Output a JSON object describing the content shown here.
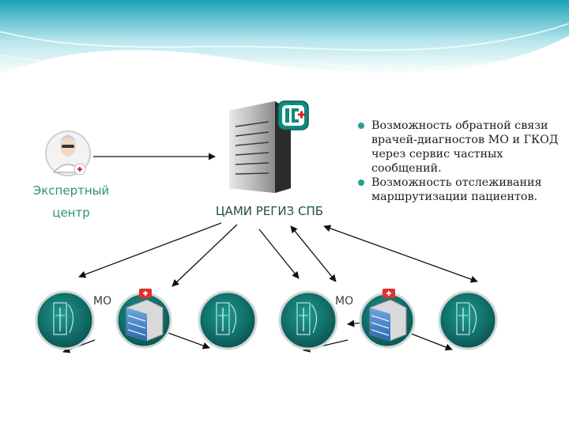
{
  "labels": {
    "expert_line1": "Экспертный",
    "expert_line2": "центр",
    "server": "ЦАМИ РЕГИЗ СПБ",
    "mo_left": "МО",
    "mo_right": "МО"
  },
  "bullets": [
    "Возможность обратной связи врачей-диагностов МО и ГКОД через сервис частных сообщений.",
    "Возможность отслеживания маршрутизации пациентов."
  ],
  "colors": {
    "banner_top": "#1aa3b8",
    "banner_mid": "#b9e6ee",
    "teal_node": "#0f6f6a",
    "label_green": "#2f8f7c",
    "bullet_dot": "#2e9c8f"
  },
  "icons": {
    "expert": "doctor-avatar-icon",
    "server": "server-rack-icon",
    "app_logo": "regiz-logo-icon",
    "mo_node": "xray-node-icon",
    "hospital": "hospital-building-icon"
  }
}
